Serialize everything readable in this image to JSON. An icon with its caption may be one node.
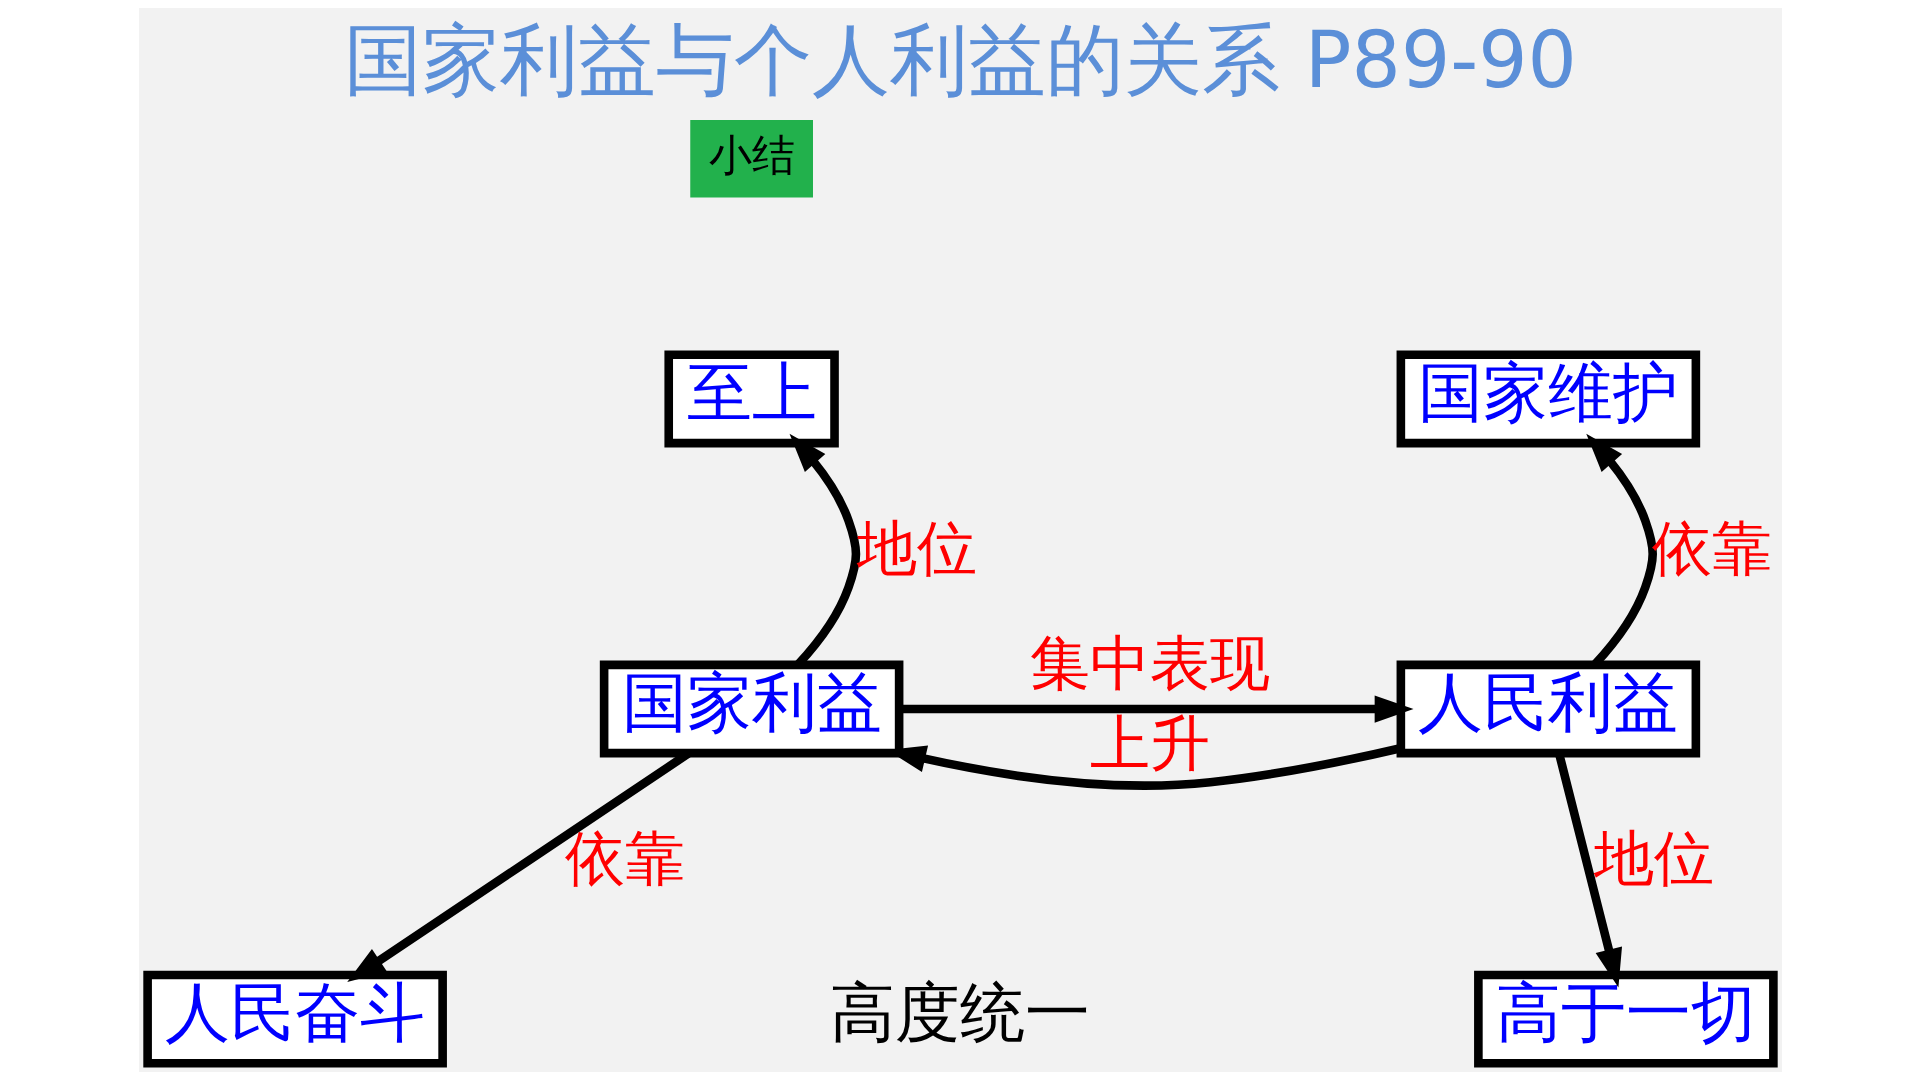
{
  "diagram": {
    "title": "国家利益与个人利益的关系 P89-90",
    "nodes": [
      {
        "text": [
          "至上"
        ]
      },
      {
        "text": [
          "国家维护"
        ]
      },
      {
        "text": [
          "国家利益"
        ]
      },
      {
        "text": [
          "人民利益"
        ]
      },
      {
        "text": [
          "人民奋斗"
        ]
      },
      {
        "text": [
          "高于一切"
        ]
      }
    ],
    "edges": [
      {
        "from": 2,
        "to": 0,
        "arrow": "to",
        "label": "地位"
      },
      {
        "from": 3,
        "to": 1,
        "arrow": "to",
        "label": "依靠"
      },
      {
        "from": 2,
        "to": 3,
        "arrow": "to",
        "label": "集中表现"
      },
      {
        "from": 3,
        "to": 2,
        "arrow": "to",
        "label": "上升"
      },
      {
        "from": 3,
        "to": 5,
        "arrow": "to",
        "label": "地位"
      },
      {
        "from": 2,
        "to": 4,
        "arrow": "to",
        "label": "依靠"
      }
    ],
    "labels": [
      "小结",
      "高度统一"
    ]
  }
}
